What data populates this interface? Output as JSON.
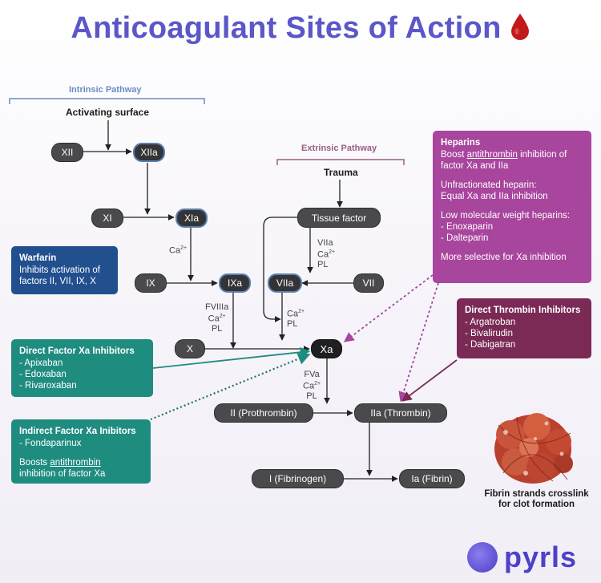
{
  "title": "Anticoagulant Sites of Action",
  "title_icon": "blood-drop-icon",
  "intrinsic": {
    "title": "Intrinsic Pathway",
    "trigger": "Activating surface"
  },
  "extrinsic": {
    "title": "Extrinsic Pathway",
    "trigger": "Trauma"
  },
  "nodes": {
    "xii": "XII",
    "xiia": "XIIa",
    "xi": "XI",
    "xia": "XIa",
    "ix": "IX",
    "ixa": "IXa",
    "viia": "VIIa",
    "vii": "VII",
    "tissue_factor": "Tissue factor",
    "x": "X",
    "xa": "Xa",
    "ii": "II (Prothrombin)",
    "iia": "IIa (Thrombin)",
    "i": "I (Fibrinogen)",
    "ia": "Ia (Fibrin)"
  },
  "cofactors": {
    "ca_xia": "Ca",
    "viia_tf": [
      "VIIa",
      "Ca",
      "PL"
    ],
    "ixa_x": [
      "FVIIIa",
      "Ca",
      "PL"
    ],
    "viia_x": [
      "Ca",
      "PL"
    ],
    "xa_ii": [
      "FVa",
      "Ca",
      "PL"
    ],
    "superscript": "2+"
  },
  "warfarin": {
    "title": "Warfarin",
    "lines": [
      "Inhibits activation of",
      "factors II, VII, IX, X"
    ]
  },
  "direct_xa": {
    "title": "Direct Factor Xa Inhibitors",
    "items": [
      "- Apixaban",
      "- Edoxaban",
      "- Rivaroxaban"
    ]
  },
  "indirect_xa": {
    "title": "Indirect Factor Xa Inibitors",
    "items": [
      "- Fondaparinux"
    ],
    "note_pre": "Boosts ",
    "note_link": "antithrombin",
    "note_post": "inhibition of factor Xa"
  },
  "heparins": {
    "title": "Heparins",
    "l1_pre": "Boost ",
    "l1_link": "antithrombin",
    "l1_post": " inhibition of",
    "l2": "factor Xa and IIa",
    "ufh_1": "Unfractionated heparin:",
    "ufh_2": "Equal Xa and IIa inhibition",
    "lmwh_1": "Low molecular weight heparins:",
    "lmwh_items": [
      "- Enoxaparin",
      "- Dalteparin"
    ],
    "selective": "More selective for Xa inhibition"
  },
  "dti": {
    "title": "Direct Thrombin Inhibitors",
    "items": [
      "- Argatroban",
      "- Bivalirudin",
      "- Dabigatran"
    ]
  },
  "fibrin_caption": [
    "Fibrin strands crosslink",
    "for clot formation"
  ],
  "brand": "pyrls",
  "colors": {
    "title": "#5b57c9",
    "intrinsic": "#6b8cc0",
    "extrinsic": "#9a5d87",
    "warfarin": "#22508f",
    "factor_xa_inhibitors": "#1f8c80",
    "heparins": "#a8459d",
    "dti": "#7a2a55"
  }
}
